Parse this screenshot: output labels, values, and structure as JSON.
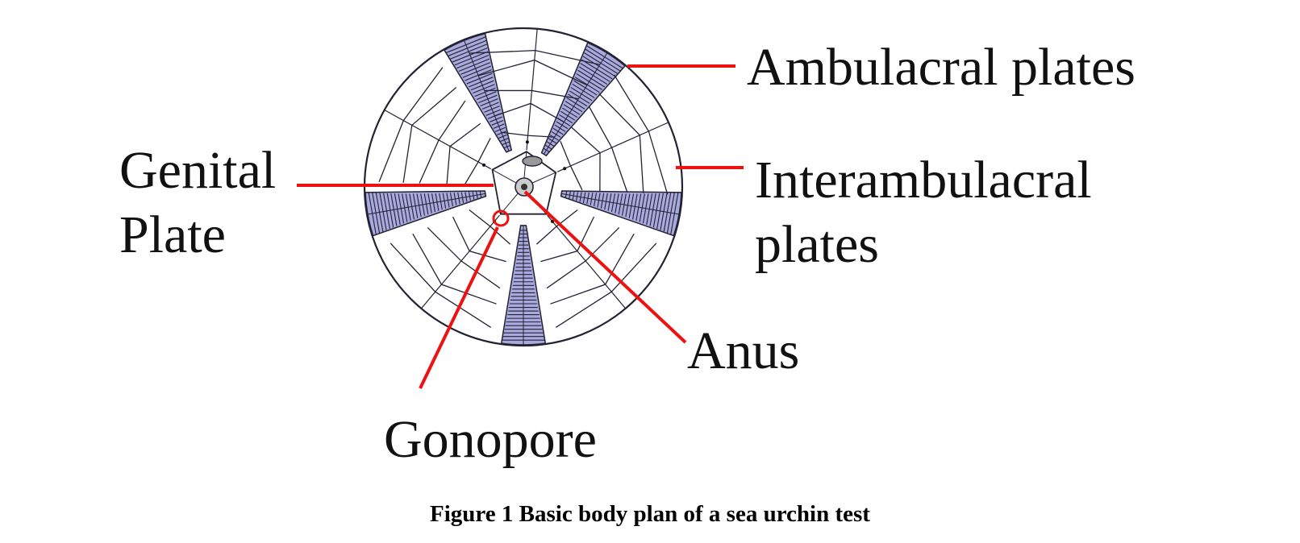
{
  "labels": {
    "ambulacral": "Ambulacral plates",
    "interambulacral_line1": "Interambulacral",
    "interambulacral_line2": "plates",
    "genital_line1": "Genital",
    "genital_line2": "Plate",
    "anus": "Anus",
    "gonopore": "Gonopore"
  },
  "caption": "Figure 1 Basic body plan of a sea urchin test",
  "colors": {
    "leader_line": "#ee1111",
    "outline": "#222233",
    "ambulacral_fill": "#a9a9dd",
    "background": "#ffffff"
  }
}
